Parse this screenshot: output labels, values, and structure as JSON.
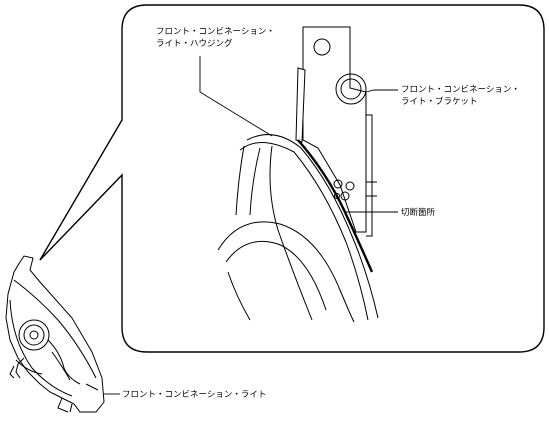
{
  "labels": {
    "housing": [
      "フロント・コンビネーション・",
      "ライト・ハウジング"
    ],
    "bracket": [
      "フロント・コンビネーション・",
      "ライト・ブラケット"
    ],
    "cut_point": "切断箇所",
    "light": "フロント・コンビネーション・ライト"
  }
}
